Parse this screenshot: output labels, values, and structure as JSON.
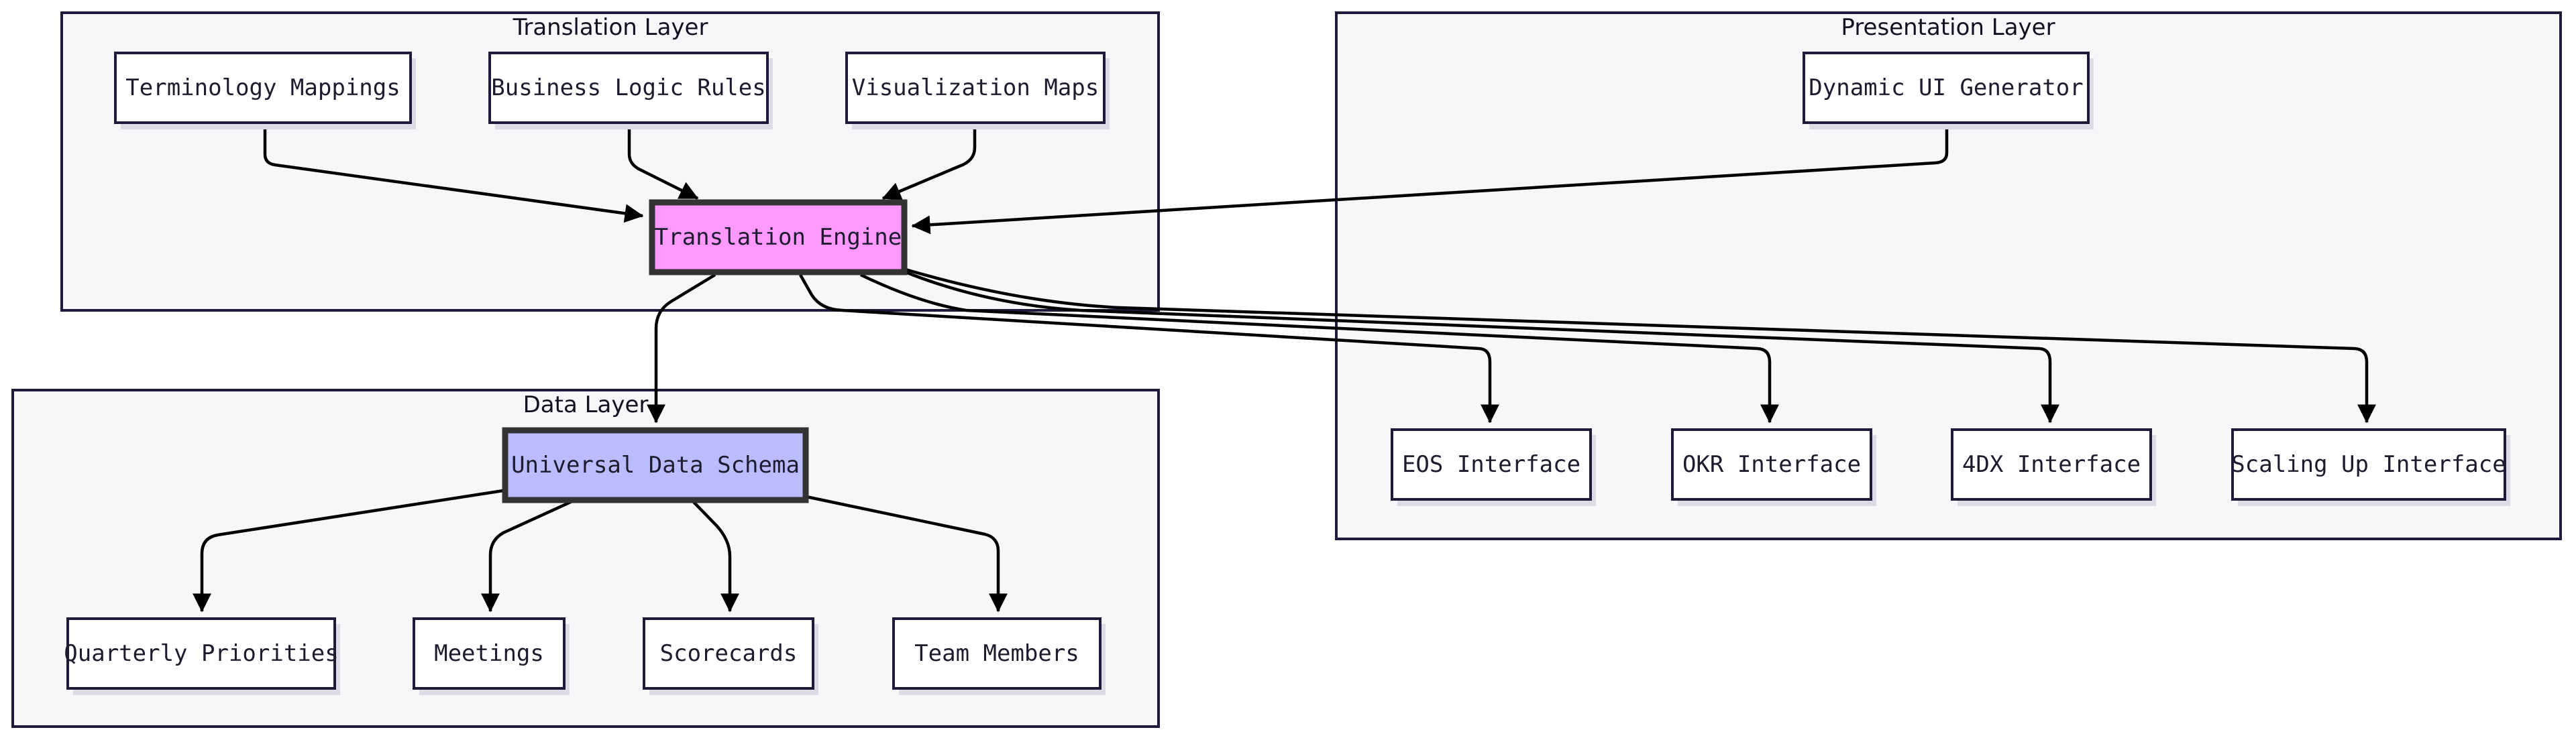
{
  "clusters": {
    "translation": "Translation Layer",
    "presentation": "Presentation Layer",
    "data": "Data Layer"
  },
  "nodes": {
    "terminology": "Terminology Mappings",
    "business_rules": "Business Logic Rules",
    "visualization": "Visualization Maps",
    "engine": "Translation Engine",
    "ui_generator": "Dynamic UI Generator",
    "eos": "EOS Interface",
    "okr": "OKR Interface",
    "fourdx": "4DX Interface",
    "scaling": "Scaling Up Interface",
    "schema": "Universal Data Schema",
    "priorities": "Quarterly Priorities",
    "meetings": "Meetings",
    "scorecards": "Scorecards",
    "team": "Team Members"
  },
  "colors": {
    "engine_fill": "#ff99ff",
    "schema_fill": "#bbbbff",
    "cluster_fill": "#f7f7fa",
    "border": "#1e1b3a"
  }
}
